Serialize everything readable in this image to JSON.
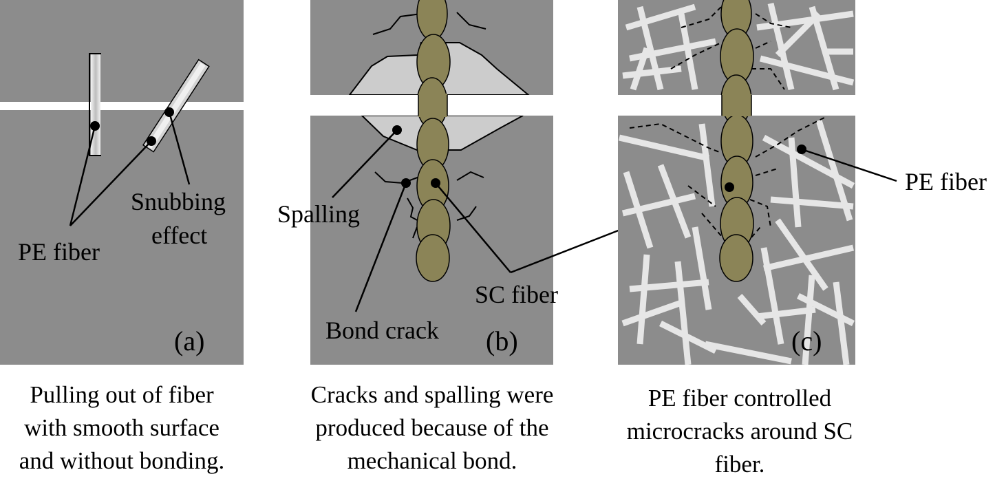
{
  "panels": {
    "a": {
      "letter": "(a)",
      "labels": {
        "pe_fiber": "PE fiber",
        "snubbing_line1": "Snubbing",
        "snubbing_line2": "effect"
      },
      "caption": [
        "Pulling out of fiber",
        "with smooth surface",
        "and without bonding."
      ]
    },
    "b": {
      "letter": "(b)",
      "labels": {
        "spalling": "Spalling",
        "bond_crack": "Bond crack",
        "sc_fiber": "SC fiber"
      },
      "caption": [
        "Cracks and spalling were",
        "produced because of the",
        "mechanical bond."
      ]
    },
    "c": {
      "letter": "(c)",
      "labels": {
        "pe_fiber": "PE fiber"
      },
      "caption": [
        "PE fiber controlled",
        "microcracks around SC",
        "fiber."
      ]
    }
  },
  "colors": {
    "matrix": "#8c8c8c",
    "pe_fiber": "#e6e6e6",
    "sc_fiber": "#8b8457",
    "spalling": "#cccccc",
    "gap": "#ffffff"
  }
}
